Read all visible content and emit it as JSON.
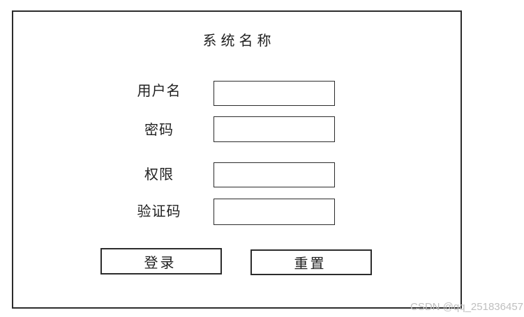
{
  "frame": {
    "title": "系统名称"
  },
  "form": {
    "fields": [
      {
        "name": "username",
        "label": "用户名",
        "value": ""
      },
      {
        "name": "password",
        "label": "密码",
        "value": ""
      },
      {
        "name": "permission",
        "label": "权限",
        "value": ""
      },
      {
        "name": "captcha",
        "label": "验证码",
        "value": ""
      }
    ],
    "buttons": [
      {
        "name": "login",
        "label": "登录"
      },
      {
        "name": "reset",
        "label": "重置"
      }
    ]
  },
  "watermark": {
    "text": "CSDN @qq_251836457",
    "color": "#bfbfbf"
  },
  "colors": {
    "border": "#2b2b2b",
    "background": "#ffffff",
    "text": "#1f1f1f"
  }
}
